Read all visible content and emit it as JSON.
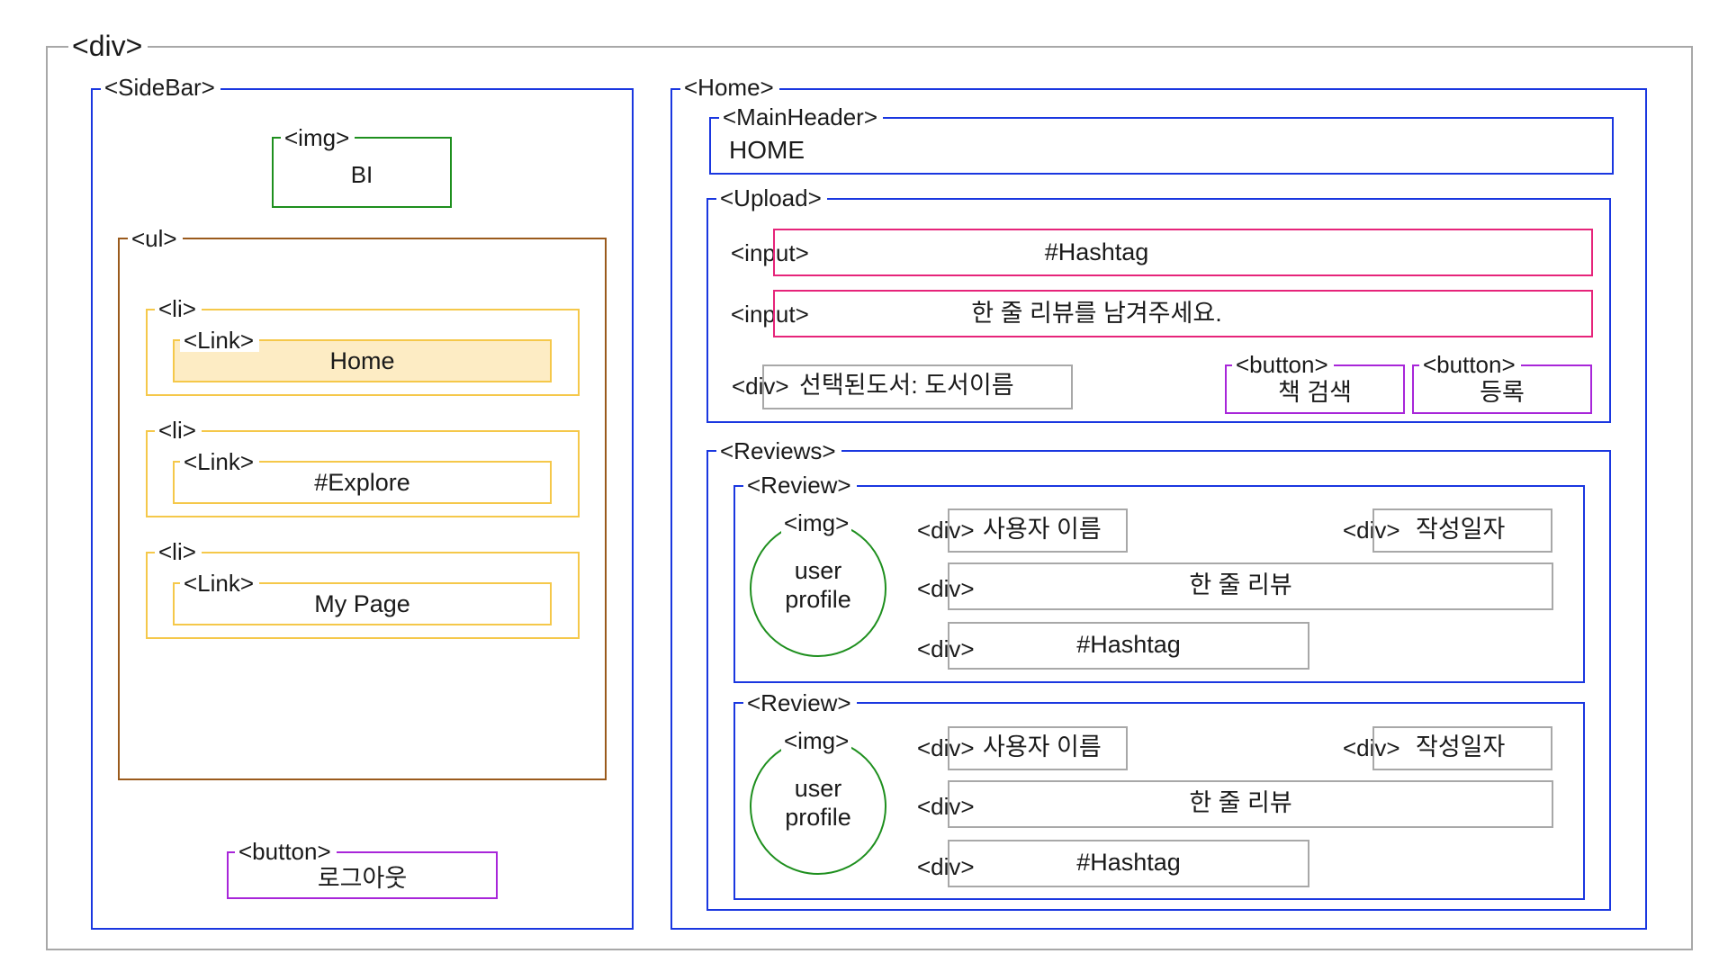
{
  "root": {
    "tag": "<div>"
  },
  "sidebar": {
    "tag": "<SideBar>",
    "img": {
      "tag": "<img>",
      "text": "BI"
    },
    "ul": {
      "tag": "<ul>",
      "items": [
        {
          "li": "<li>",
          "link": "<Link>",
          "text": "Home"
        },
        {
          "li": "<li>",
          "link": "<Link>",
          "text": "#Explore"
        },
        {
          "li": "<li>",
          "link": "<Link>",
          "text": "My Page"
        }
      ]
    },
    "button": {
      "tag": "<button>",
      "text": "로그아웃"
    }
  },
  "home": {
    "tag": "<Home>",
    "main_header": {
      "tag": "<MainHeader>",
      "text": "HOME"
    },
    "upload": {
      "tag": "<Upload>",
      "hashtag_input": {
        "tag": "<input>",
        "text": "#Hashtag"
      },
      "review_input": {
        "tag": "<input>",
        "text": "한 줄 리뷰를 남겨주세요."
      },
      "selected_book": {
        "tag": "<div>",
        "text": "선택된도서: 도서이름"
      },
      "search_button": {
        "tag": "<button>",
        "text": "책 검색"
      },
      "submit_button": {
        "tag": "<button>",
        "text": "등록"
      }
    },
    "reviews": {
      "tag": "<Reviews>",
      "items": [
        {
          "tag": "<Review>",
          "img_tag": "<img>",
          "img_line1": "user",
          "img_line2": "profile",
          "name_tag": "<div>",
          "name": "사용자 이름",
          "date_tag": "<div>",
          "date": "작성일자",
          "text_tag": "<div>",
          "text": "한 줄 리뷰",
          "hashtag_tag": "<div>",
          "hashtag": "#Hashtag"
        },
        {
          "tag": "<Review>",
          "img_tag": "<img>",
          "img_line1": "user",
          "img_line2": "profile",
          "name_tag": "<div>",
          "name": "사용자 이름",
          "date_tag": "<div>",
          "date": "작성일자",
          "text_tag": "<div>",
          "text": "한 줄 리뷰",
          "hashtag_tag": "<div>",
          "hashtag": "#Hashtag"
        }
      ]
    }
  },
  "colors": {
    "root": "#a8a8a8",
    "container": "#1a37e0",
    "img": "#1e8f1e",
    "list": "#9a5a1c",
    "list_item": "#f5c84a",
    "input": "#e6247a",
    "button": "#a826d9",
    "div": "#a8a8a8"
  }
}
